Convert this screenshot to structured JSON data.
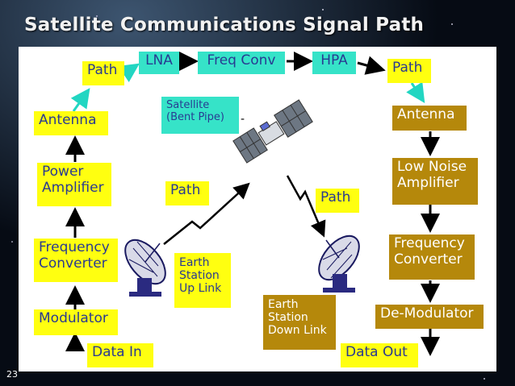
{
  "title": "Satellite Communications Signal Path",
  "page_number": "23",
  "uplink": {
    "data_in": "Data In",
    "modulator": "Modulator",
    "frequency_converter": "Frequency\nConverter",
    "power_amplifier": "Power\nAmplifier",
    "antenna": "Antenna",
    "path": "Path"
  },
  "satellite": {
    "lna": "LNA",
    "freq_conv": "Freq Conv",
    "hpa": "HPA",
    "label": "Satellite\n(Bent Pipe)",
    "label_dash": "-"
  },
  "middle": {
    "uplink_path": "Path",
    "downlink_path": "Path",
    "earth_station_up": "Earth\nStation\nUp Link",
    "earth_station_down": "Earth\nStation\nDown Link"
  },
  "downlink": {
    "path": "Path",
    "antenna": "Antenna",
    "low_noise_amplifier": "Low Noise\nAmplifier",
    "frequency_converter": "Frequency\nConverter",
    "demodulator": "De-Modulator",
    "data_out": "Data Out"
  },
  "colors": {
    "uplink_box": "#ffff10",
    "downlink_box": "#b5880b",
    "satellite_box": "#36e3c8",
    "box_text": "#2a3a90",
    "arrow": "#000000",
    "cyan_arrow": "#22d6c2"
  }
}
